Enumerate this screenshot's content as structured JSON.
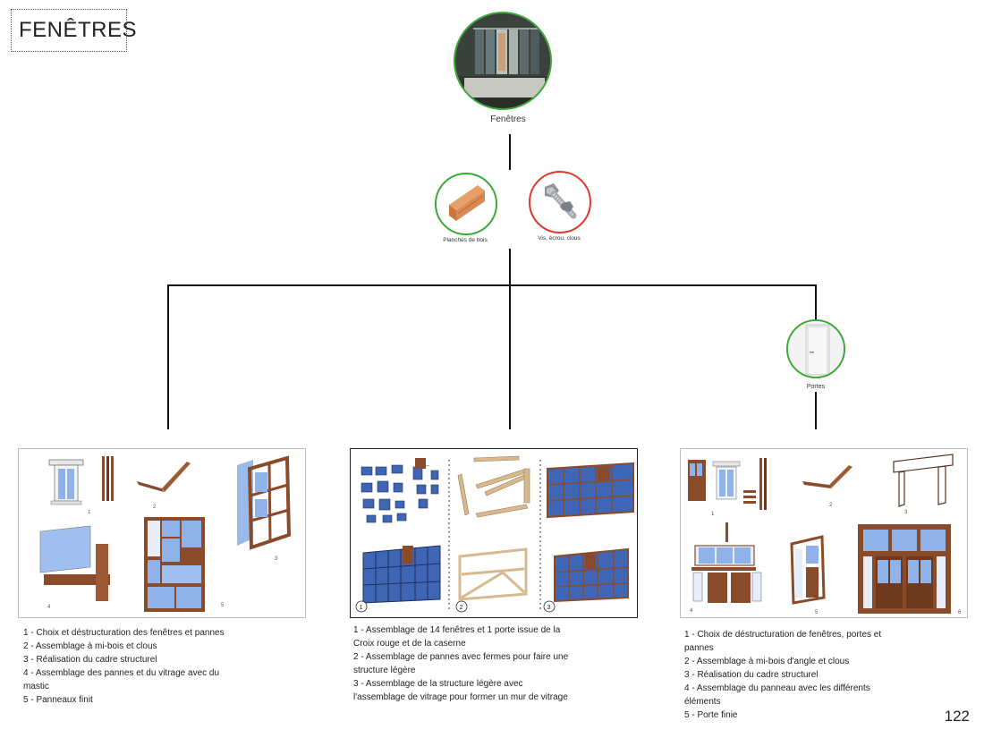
{
  "page_title": "FENÊTRES",
  "top_node": {
    "label": "Fenêtres"
  },
  "materials": [
    {
      "label": "Planches de bois",
      "status_color": "#3aa935",
      "icon": "wood-plank-icon"
    },
    {
      "label": "Vis, écrou, clous",
      "status_color": "#d93a2b",
      "icon": "bolt-nut-icon"
    }
  ],
  "side_node": {
    "label": "Portes",
    "status_color": "#3aa935",
    "icon": "door-icon"
  },
  "panels": [
    {
      "step_numbers": [
        "1",
        "2",
        "3",
        "4",
        "5"
      ],
      "legend": [
        "1 - Choix et déstructuration des fenêtres et pannes",
        "2 - Assemblage à mi-bois et clous",
        "3 - Réalisation du cadre structurel",
        "4 - Assemblage des pannes et du vitrage avec du mastic",
        "5 - Panneaux finit"
      ]
    },
    {
      "step_numbers": [
        "1",
        "2",
        "3"
      ],
      "legend": [
        "1 - Assemblage de 14 fenêtres et 1 porte issue de la Croix rouge et de la caserne",
        "2 - Assemblage de pannes avec fermes pour faire une structure légère",
        "3 - Assemblage de la structure légère avec l'assemblage de vitrage pour former un mur de vitrage"
      ]
    },
    {
      "step_numbers": [
        "1",
        "2",
        "3",
        "4",
        "5",
        "6"
      ],
      "legend": [
        "1 - Choix de déstructuration de fenêtres, portes et pannes",
        "2 - Assemblage à mi-bois d'angle et clous",
        "3 - Réalisation du cadre structurel",
        "4 - Assemblage du panneau avec les différents éléments",
        "5 - Porte finie"
      ]
    }
  ],
  "page_number": "122",
  "colors": {
    "wood": "#8a4b2a",
    "glass": "#8fb3e8",
    "line": "#111111"
  }
}
